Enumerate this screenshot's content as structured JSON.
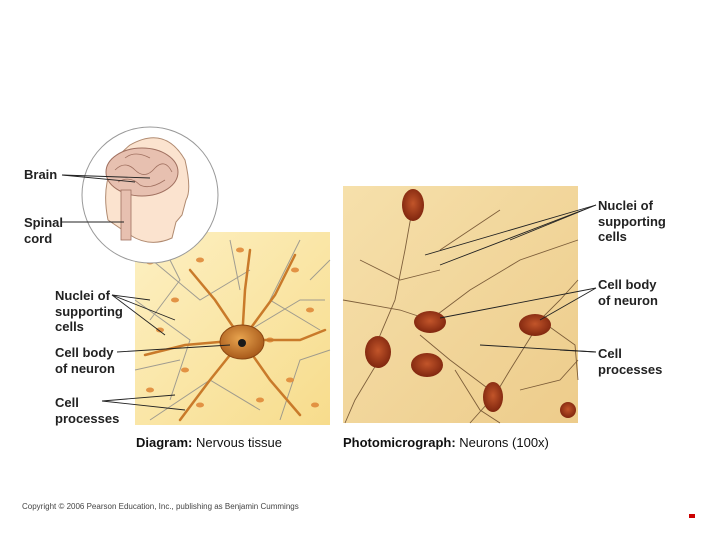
{
  "labels": {
    "brain": "Brain",
    "spinal_cord": [
      "Spinal",
      "cord"
    ],
    "left_nuclei": [
      "Nuclei of",
      "supporting",
      "cells"
    ],
    "left_cell_body": [
      "Cell body",
      "of neuron"
    ],
    "left_processes": [
      "Cell",
      "processes"
    ],
    "right_nuclei": [
      "Nuclei of",
      "supporting",
      "cells"
    ],
    "right_cell_body": [
      "Cell body",
      "of neuron"
    ],
    "right_processes": [
      "Cell",
      "processes"
    ]
  },
  "captions": {
    "diagram_bold": "Diagram:",
    "diagram_rest": " Nervous tissue",
    "photo_bold": "Photomicrograph:",
    "photo_rest": " Neurons (100x)"
  },
  "copyright": "Copyright © 2006 Pearson Education, Inc., publishing as Benjamin Cummings",
  "colors": {
    "diagram_bg": "#fbe7a8",
    "photo_bg": "#f3d79a",
    "neuron_body": "#c97a2a",
    "photo_cell": "#9b3412",
    "marker": "#cc0000"
  },
  "icons": [
    "head-brain-illustration",
    "neuron-diagram",
    "photomicrograph"
  ]
}
